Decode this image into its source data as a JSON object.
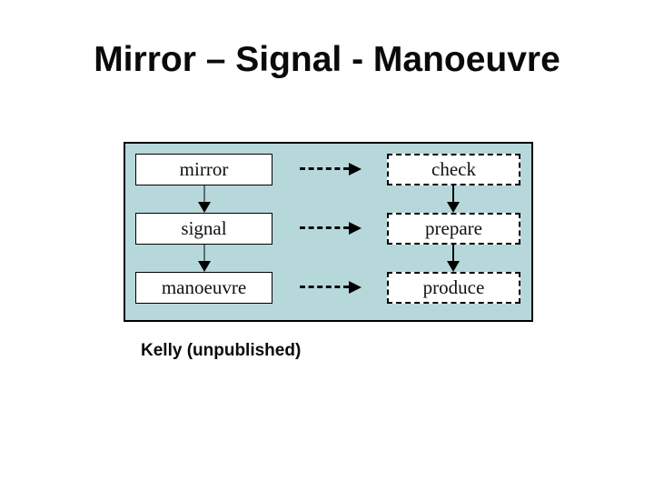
{
  "title": "Mirror – Signal - Manoeuvre",
  "caption": "Kelly (unpublished)",
  "diagram": {
    "type": "flow",
    "panel_background_color": "#b7d8db",
    "panel_border_color": "#000000",
    "node_fill_color": "#ffffff",
    "left_nodes": [
      "mirror",
      "signal",
      "manoeuvre"
    ],
    "right_nodes": [
      "check",
      "prepare",
      "produce"
    ],
    "left_node_border_style": "solid",
    "right_node_border_style": "dashed",
    "vertical_links": [
      "mirror -> signal",
      "signal -> manoeuvre",
      "check -> prepare",
      "prepare -> produce"
    ],
    "cross_links_dashed": [
      "mirror -> check",
      "signal -> prepare",
      "manoeuvre -> produce"
    ]
  }
}
